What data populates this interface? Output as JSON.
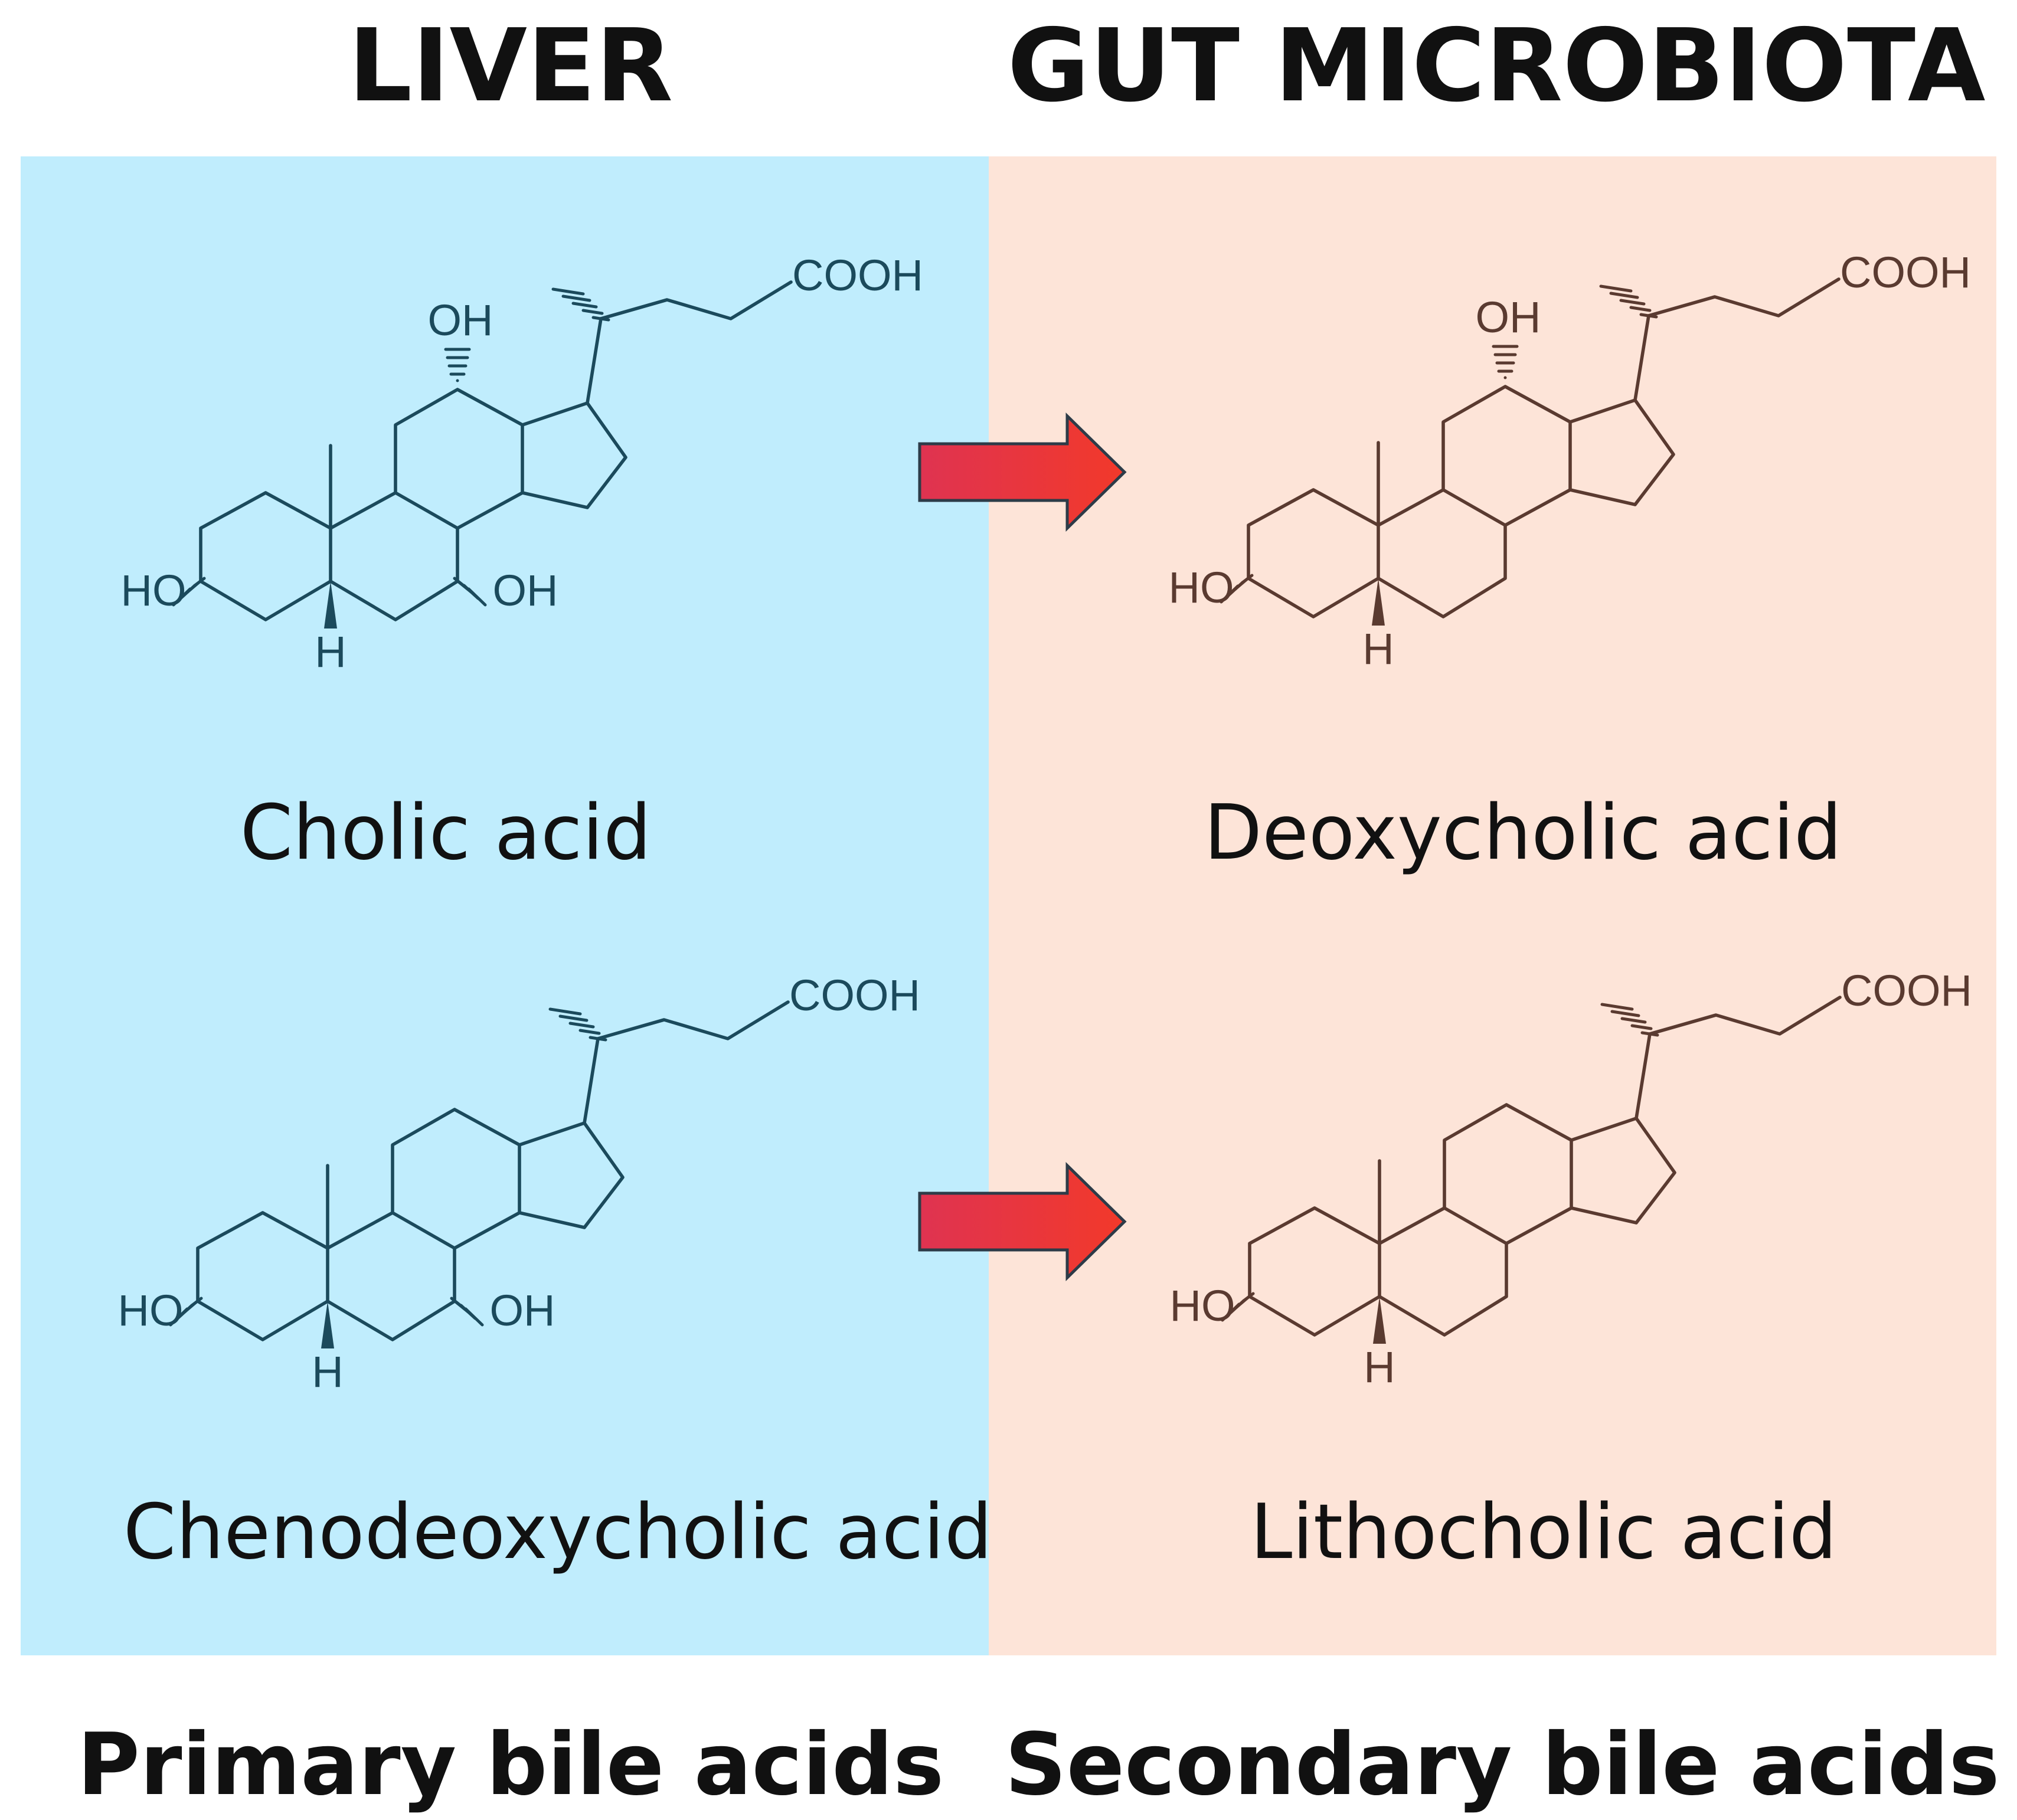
{
  "headings": {
    "liver": "LIVER",
    "gut": "GUT MICROBIOTA",
    "primary": "Primary bile acids",
    "secondary": "Secondary bile acids"
  },
  "colors": {
    "liver_panel": "#c0edfd",
    "gut_panel": "#fde4d8",
    "liver_molecule": "#1b4a5c",
    "gut_molecule": "#5a3a30",
    "arrow_fill_start": "#df3351",
    "arrow_fill_end": "#f2392a",
    "arrow_outline": "#2d3b48"
  },
  "molecules": {
    "cholic": {
      "name": "Cholic acid",
      "atoms": {
        "oh12": "OH",
        "oh3": "HO",
        "oh7": "OH",
        "h5": "H",
        "cooh": "COOH"
      }
    },
    "cdca": {
      "name": "Chenodeoxycholic acid",
      "atoms": {
        "oh3": "HO",
        "oh7": "OH",
        "h5": "H",
        "cooh": "COOH"
      }
    },
    "dca": {
      "name": "Deoxycholic acid",
      "atoms": {
        "oh12": "OH",
        "oh3": "HO",
        "h5": "H",
        "cooh": "COOH"
      }
    },
    "lca": {
      "name": "Lithocholic acid",
      "atoms": {
        "oh3": "HO",
        "h5": "H",
        "cooh": "COOH"
      }
    }
  }
}
